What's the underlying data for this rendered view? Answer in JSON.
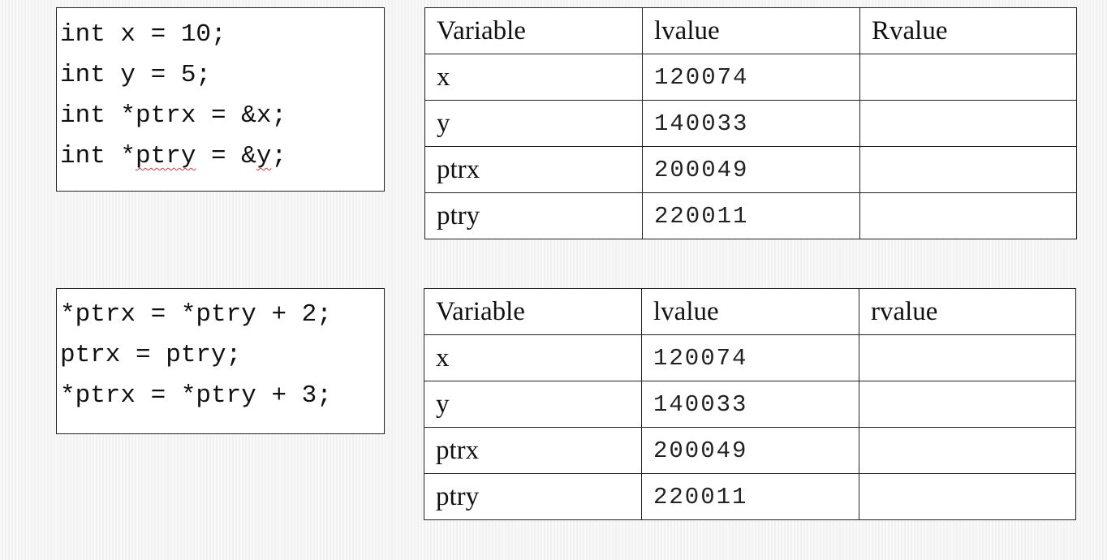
{
  "block1": {
    "code": [
      "int x = 10;",
      "int y = 5;",
      "int *ptrx = &x;",
      "int *ptry = &y;"
    ],
    "table": {
      "headers": [
        "Variable",
        "lvalue",
        "Rvalue"
      ],
      "rows": [
        {
          "variable": "x",
          "lvalue": "120074",
          "rvalue": ""
        },
        {
          "variable": "y",
          "lvalue": "140033",
          "rvalue": ""
        },
        {
          "variable": "ptrx",
          "lvalue": "200049",
          "rvalue": ""
        },
        {
          "variable": "ptry",
          "lvalue": "220011",
          "rvalue": ""
        }
      ]
    }
  },
  "block2": {
    "code": [
      "*ptrx = *ptry + 2;",
      "ptrx = ptry;",
      "*ptrx = *ptry + 3;"
    ],
    "table": {
      "headers": [
        "Variable",
        "lvalue",
        "rvalue"
      ],
      "rows": [
        {
          "variable": "x",
          "lvalue": "120074",
          "rvalue": ""
        },
        {
          "variable": "y",
          "lvalue": "140033",
          "rvalue": ""
        },
        {
          "variable": "ptrx",
          "lvalue": "200049",
          "rvalue": ""
        },
        {
          "variable": "ptry",
          "lvalue": "220011",
          "rvalue": ""
        }
      ]
    }
  }
}
